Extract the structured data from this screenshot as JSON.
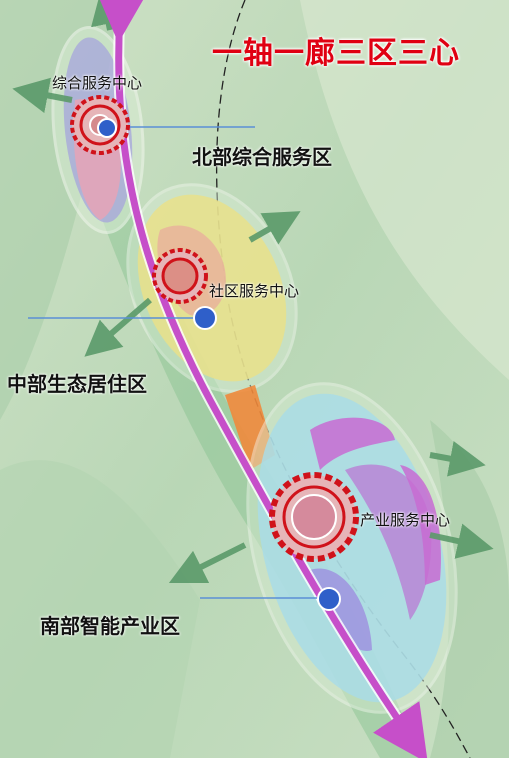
{
  "title": "一轴一廊三区三心",
  "zones": {
    "north": "北部综合服务区",
    "middle": "中部生态居住区",
    "south": "南部智能产业区"
  },
  "centers": {
    "comprehensive": "综合服务中心",
    "community": "社区服务中心",
    "industry": "产业服务中心"
  },
  "colors": {
    "title": "#e00012",
    "axis": "#c64fc9",
    "center_ring": "#d0121a",
    "marker": "#2f5fc9",
    "arrow": "#5b9a6a",
    "leader_line": "#5b8fd6"
  }
}
